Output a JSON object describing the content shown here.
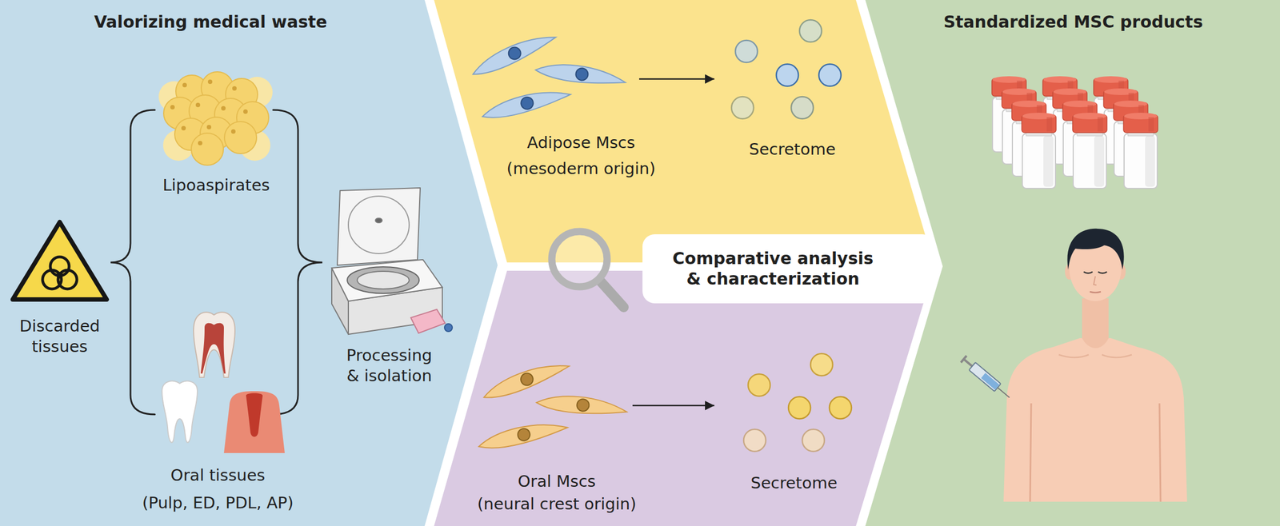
{
  "diagram": {
    "nodes": [
      {
        "text": [
          "Valorizing medical waste"
        ]
      },
      {
        "text": [
          "Discarded tissues"
        ],
        "in": 0
      },
      {
        "text": [
          "Lipoaspirates"
        ],
        "in": 0
      },
      {
        "text": [
          "Oral tissues",
          "(Pulp, ED, PDL, AP)"
        ],
        "in": 0
      },
      {
        "text": [
          "Processing & isolation"
        ],
        "in": 0
      },
      {
        "text": [
          "Adipose Mscs",
          "(mesoderm origin)"
        ]
      },
      {
        "text": [
          "Secretome"
        ]
      },
      {
        "text": [
          "Comparative analysis & characterization"
        ]
      },
      {
        "text": [
          "Oral Mscs",
          "(neural crest origin)"
        ]
      },
      {
        "text": [
          "Secretome"
        ]
      },
      {
        "text": [
          "Standardized MSC products"
        ]
      }
    ],
    "edges": [
      {
        "from": 5,
        "to": 6,
        "arrow": "to"
      },
      {
        "from": 8,
        "to": 9,
        "arrow": "to"
      }
    ]
  }
}
